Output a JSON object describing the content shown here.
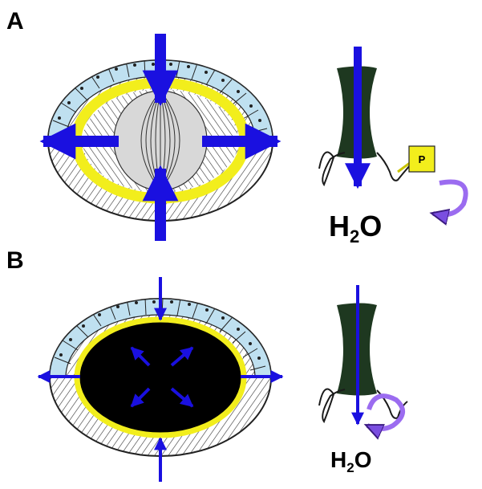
{
  "panels": {
    "a": {
      "label": "A",
      "water_text": "H",
      "water_sub": "2",
      "water_tail": "O",
      "phospho_label": "P"
    },
    "b": {
      "label": "B",
      "water_text": "H",
      "water_sub": "2",
      "water_tail": "O"
    }
  },
  "colors": {
    "arrow": "#1a10e0",
    "yellow": "#f2ee1c",
    "cell_blue": "#bfe0f0",
    "channel": "#1e3820",
    "purple": "#9b6cf0",
    "lens_gray": "#d8d8d8",
    "black": "#000000"
  }
}
